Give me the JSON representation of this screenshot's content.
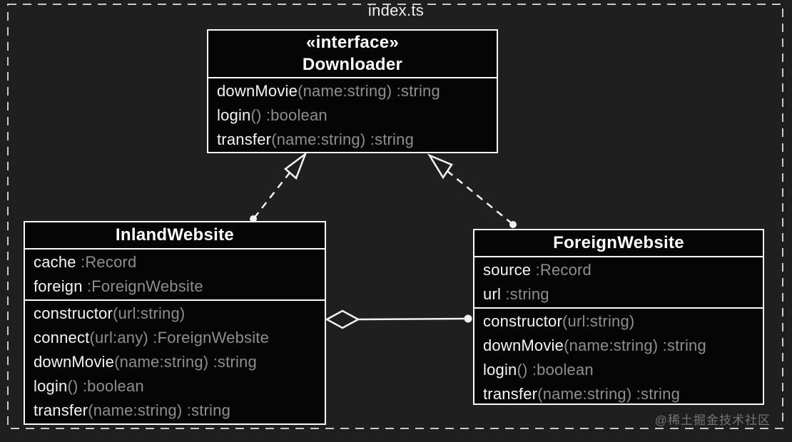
{
  "title": "index.ts",
  "watermark": "@稀土掘金技术社区",
  "colors": {
    "background": "#1f1f1f",
    "box_fill": "#050505",
    "box_border": "#fafafa",
    "primary_text": "#f5f5f5",
    "muted_text": "#8e8e8e",
    "dashed_frame": "#c9c9c9",
    "watermark_text": "#757575"
  },
  "classes": {
    "downloader": {
      "stereotype": "«interface»",
      "name": "Downloader",
      "methods": [
        {
          "name": "downMovie",
          "sig": "(name:string) :string"
        },
        {
          "name": "login",
          "sig": "() :boolean"
        },
        {
          "name": "transfer",
          "sig": "(name:string) :string"
        }
      ]
    },
    "inland": {
      "name": "InlandWebsite",
      "attributes": [
        {
          "name": "cache",
          "sig": " :Record"
        },
        {
          "name": "foreign",
          "sig": " :ForeignWebsite"
        }
      ],
      "methods": [
        {
          "name": "constructor",
          "sig": "(url:string)"
        },
        {
          "name": "connect",
          "sig": "(url:any) :ForeignWebsite"
        },
        {
          "name": "downMovie",
          "sig": "(name:string) :string"
        },
        {
          "name": "login",
          "sig": "() :boolean"
        },
        {
          "name": "transfer",
          "sig": "(name:string) :string"
        }
      ]
    },
    "foreign": {
      "name": "ForeignWebsite",
      "attributes": [
        {
          "name": "source",
          "sig": " :Record"
        },
        {
          "name": "url",
          "sig": " :string"
        }
      ],
      "methods": [
        {
          "name": "constructor",
          "sig": "(url:string)"
        },
        {
          "name": "downMovie",
          "sig": "(name:string) :string"
        },
        {
          "name": "login",
          "sig": "() :boolean"
        },
        {
          "name": "transfer",
          "sig": "(name:string) :string"
        }
      ]
    }
  },
  "relations": [
    {
      "type": "realization",
      "from": "InlandWebsite",
      "to": "Downloader"
    },
    {
      "type": "realization",
      "from": "ForeignWebsite",
      "to": "Downloader"
    },
    {
      "type": "aggregation",
      "from": "InlandWebsite",
      "to": "ForeignWebsite"
    }
  ]
}
